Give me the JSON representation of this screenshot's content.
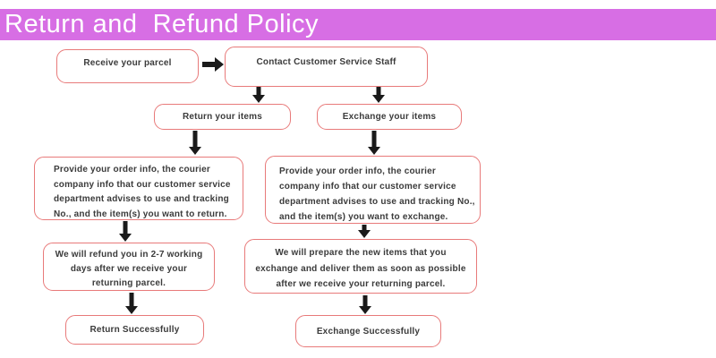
{
  "header": {
    "title": "Return and  Refund Policy"
  },
  "flow": {
    "receive_parcel": "Receive your parcel",
    "contact_staff": "Contact Customer Service Staff",
    "return_items": "Return your items",
    "exchange_items": "Exchange your items",
    "return_details": "Provide your order info, the courier\ncompany info that our customer service\ndepartment advises to use and tracking\nNo., and the item(s) you want to return.",
    "exchange_details": "Provide your order info, the courier\ncompany info that our customer service\ndepartment advises to use and  tracking No.,\nand the item(s) you want to exchange.",
    "refund_note": "We will refund you in 2-7 working\ndays after we receive your\nreturning parcel.",
    "prepare_note": "We will prepare the new items that you\nexchange  and deliver them as soon as possible\nafter we receive your returning parcel.",
    "return_success": "Return Successfully",
    "exchange_success": "Exchange Successfully"
  },
  "colors": {
    "header_bg": "#d76ee4",
    "header_text": "#ffffff",
    "box_border": "#e87a7a",
    "box_fill": "#ffffff",
    "box_text": "#3b3b3b",
    "arrow": "#1a1a1a",
    "page_bg": "#ffffff"
  }
}
